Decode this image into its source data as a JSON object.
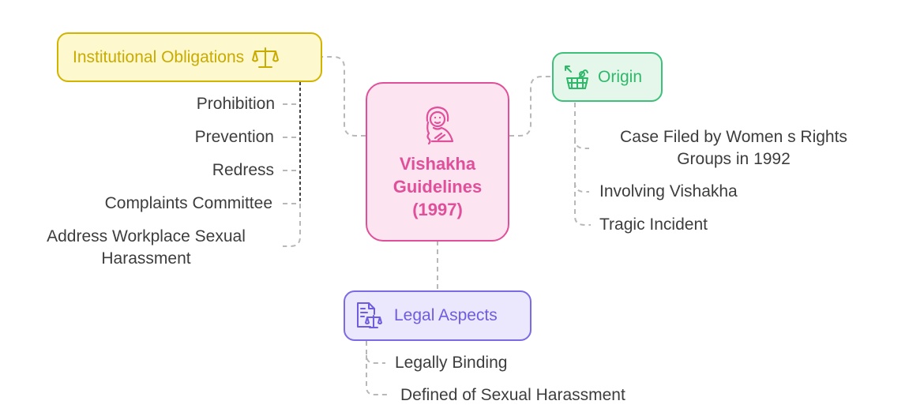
{
  "center": {
    "label": "Vishakha Guidelines (1997)",
    "line1": "Vishakha",
    "line2": "Guidelines",
    "line3": "(1997)",
    "icon": "woman-icon",
    "color": "#e0509a"
  },
  "institutional": {
    "label": "Institutional Obligations",
    "icon": "scales-icon",
    "color": "#c9ab00",
    "items": [
      "Prohibition",
      "Prevention",
      "Redress",
      "Complaints Committee",
      "Address Workplace Sexual Harassment"
    ],
    "last_line1": "Address Workplace Sexual",
    "last_line2": "Harassment"
  },
  "origin": {
    "label": "Origin",
    "icon": "basket-icon",
    "color": "#2fb86a",
    "items": [
      "Case Filed by Women s Rights Groups in 1992",
      "Involving Vishakha",
      "Tragic Incident"
    ],
    "first_line1": "Case Filed by Women s Rights",
    "first_line2": "Groups in 1992"
  },
  "legal": {
    "label": "Legal Aspects",
    "icon": "legal-document-icon",
    "color": "#6e5ce0",
    "items": [
      "Legally Binding",
      "Defined of Sexual Harassment"
    ]
  }
}
